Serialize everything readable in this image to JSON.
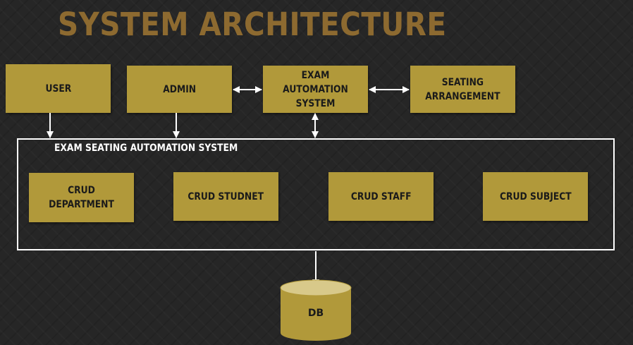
{
  "title": "SYSTEM ARCHITECTURE",
  "colors": {
    "background": "#262626",
    "title": "#8d6a30",
    "box_fill": "#b1993a",
    "box_text": "#1a1a1a",
    "connector": "#ffffff",
    "db_top": "#d8c98a"
  },
  "nodes": {
    "user": "USER",
    "admin": "ADMIN",
    "exam_automation": "EXAM AUTOMATION\nSYSTEM",
    "seating_arrangement": "SEATING\nARRANGEMENT",
    "container_label": "EXAM SEATING AUTOMATION SYSTEM",
    "crud_department": "CRUD DEPARTMENT",
    "crud_student": "CRUD STUDNET",
    "crud_staff": "CRUD STAFF",
    "crud_subject": "CRUD SUBJECT",
    "db": "DB"
  },
  "edges": [
    {
      "from": "user",
      "to": "exam-seating-automation-system",
      "direction": "forward"
    },
    {
      "from": "admin",
      "to": "exam-seating-automation-system",
      "direction": "forward"
    },
    {
      "from": "admin",
      "to": "exam_automation",
      "direction": "both"
    },
    {
      "from": "exam_automation",
      "to": "seating_arrangement",
      "direction": "both"
    },
    {
      "from": "exam_automation",
      "to": "exam-seating-automation-system",
      "direction": "both"
    },
    {
      "from": "exam-seating-automation-system",
      "to": "db",
      "direction": "forward"
    }
  ]
}
